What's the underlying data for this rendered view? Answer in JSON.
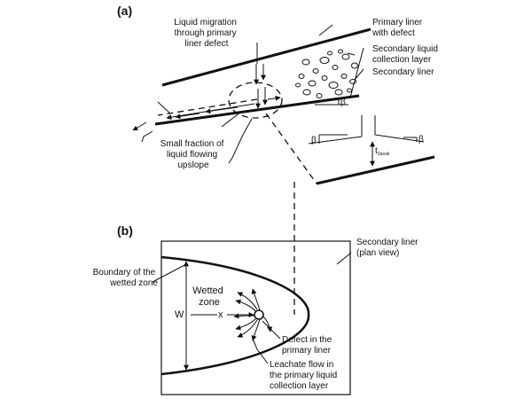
{
  "panel_a": {
    "label": "(a)",
    "migration_label": [
      "Liquid migration",
      "through primary",
      "liner defect"
    ],
    "primary_liner_label": [
      "Primary liner",
      "with defect"
    ],
    "collection_layer_label": [
      "Secondary liquid",
      "collection layer"
    ],
    "secondary_liner_label": "Secondary liner",
    "upslope_label": [
      "Small fraction of",
      "liquid flowing",
      "upslope"
    ],
    "beta_symbol": "β",
    "t_label": "t",
    "t_subscript": "2peak"
  },
  "panel_b": {
    "label": "(b)",
    "plan_view_label": [
      "Secondary liner",
      "(plan view)"
    ],
    "wetted_boundary_label": [
      "Boundary of the",
      "wetted zone"
    ],
    "wetted_zone_label": [
      "Wetted",
      "zone"
    ],
    "w_label": "W",
    "x_label": "x",
    "defect_label": [
      "Defect in the",
      "primary liner"
    ],
    "leachate_label": [
      "Leachate flow in",
      "the primary liquid",
      "collection layer"
    ]
  }
}
